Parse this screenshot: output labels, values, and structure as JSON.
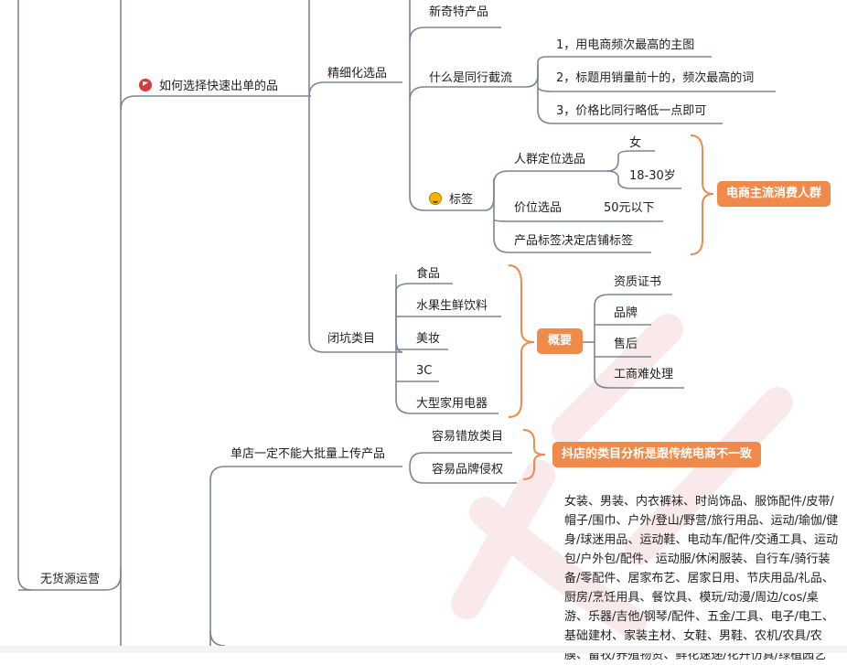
{
  "mindmap": {
    "nodes": {
      "n_xinqite": "新奇特产品",
      "n_jingxihua": "精细化选品",
      "n_ruhe": "如何选择快速出单的品",
      "n_shenme": "什么是同行截流",
      "n_s1": "1，用电商频次最高的主图",
      "n_s2": "2，标题用销量前十的，频次最高的词",
      "n_s3": "3，价格比同行略低一点即可",
      "n_biaoqian": "标签",
      "n_renqun": "人群定位选品",
      "n_nv": "女",
      "n_age": "18-30岁",
      "n_jiawei": "价位选品",
      "n_50": "50元以下",
      "n_chanpin": "产品标签决定店铺标签",
      "n_bikeng": "闭坑类目",
      "n_shipin": "食品",
      "n_shuiguo": "水果生鲜饮料",
      "n_meizhuang": "美妆",
      "n_3c": "3C",
      "n_dajia": "大型家用电器",
      "n_zizhi": "资质证书",
      "n_pinpai": "品牌",
      "n_shouhou": "售后",
      "n_gongshang": "工商难处理",
      "n_dandian": "单店一定不能大批量上传产品",
      "n_cuofang": "容易错放类目",
      "n_qinquan": "容易品牌侵权",
      "n_wuhuo": "无货源运营"
    },
    "tags": {
      "t_dianshang": "电商主流消费人群",
      "t_gaiyao": "概要",
      "t_douyin": "抖店的类目分析是跟传统电商不一致"
    },
    "category_text": "女装、男装、内衣裤袜、时尚饰品、服饰配件/皮带/帽子/围巾、户外/登山/野营/旅行用品、运动/瑜伽/健身/球迷用品、运动鞋、电动车/配件/交通工具、运动包/户外包/配件、运动服/休闲服装、自行车/骑行装备/零配件、居家布艺、居家日用、节庆用品/礼品、厨房/烹饪用具、餐饮具、模玩/动漫/周边/cos/桌游、乐器/吉他/钢琴/配件、五金/工具、电子/电工、基础建材、家装主材、女鞋、男鞋、农机/农具/农膜、畜牧/养殖物资、鲜花速递/花卉仿真/绿植园艺",
    "colors": {
      "line": "#7a8594",
      "bracket": "#f08a4b",
      "tag_bg": "#f08a4b",
      "tag_text": "#ffffff"
    }
  }
}
